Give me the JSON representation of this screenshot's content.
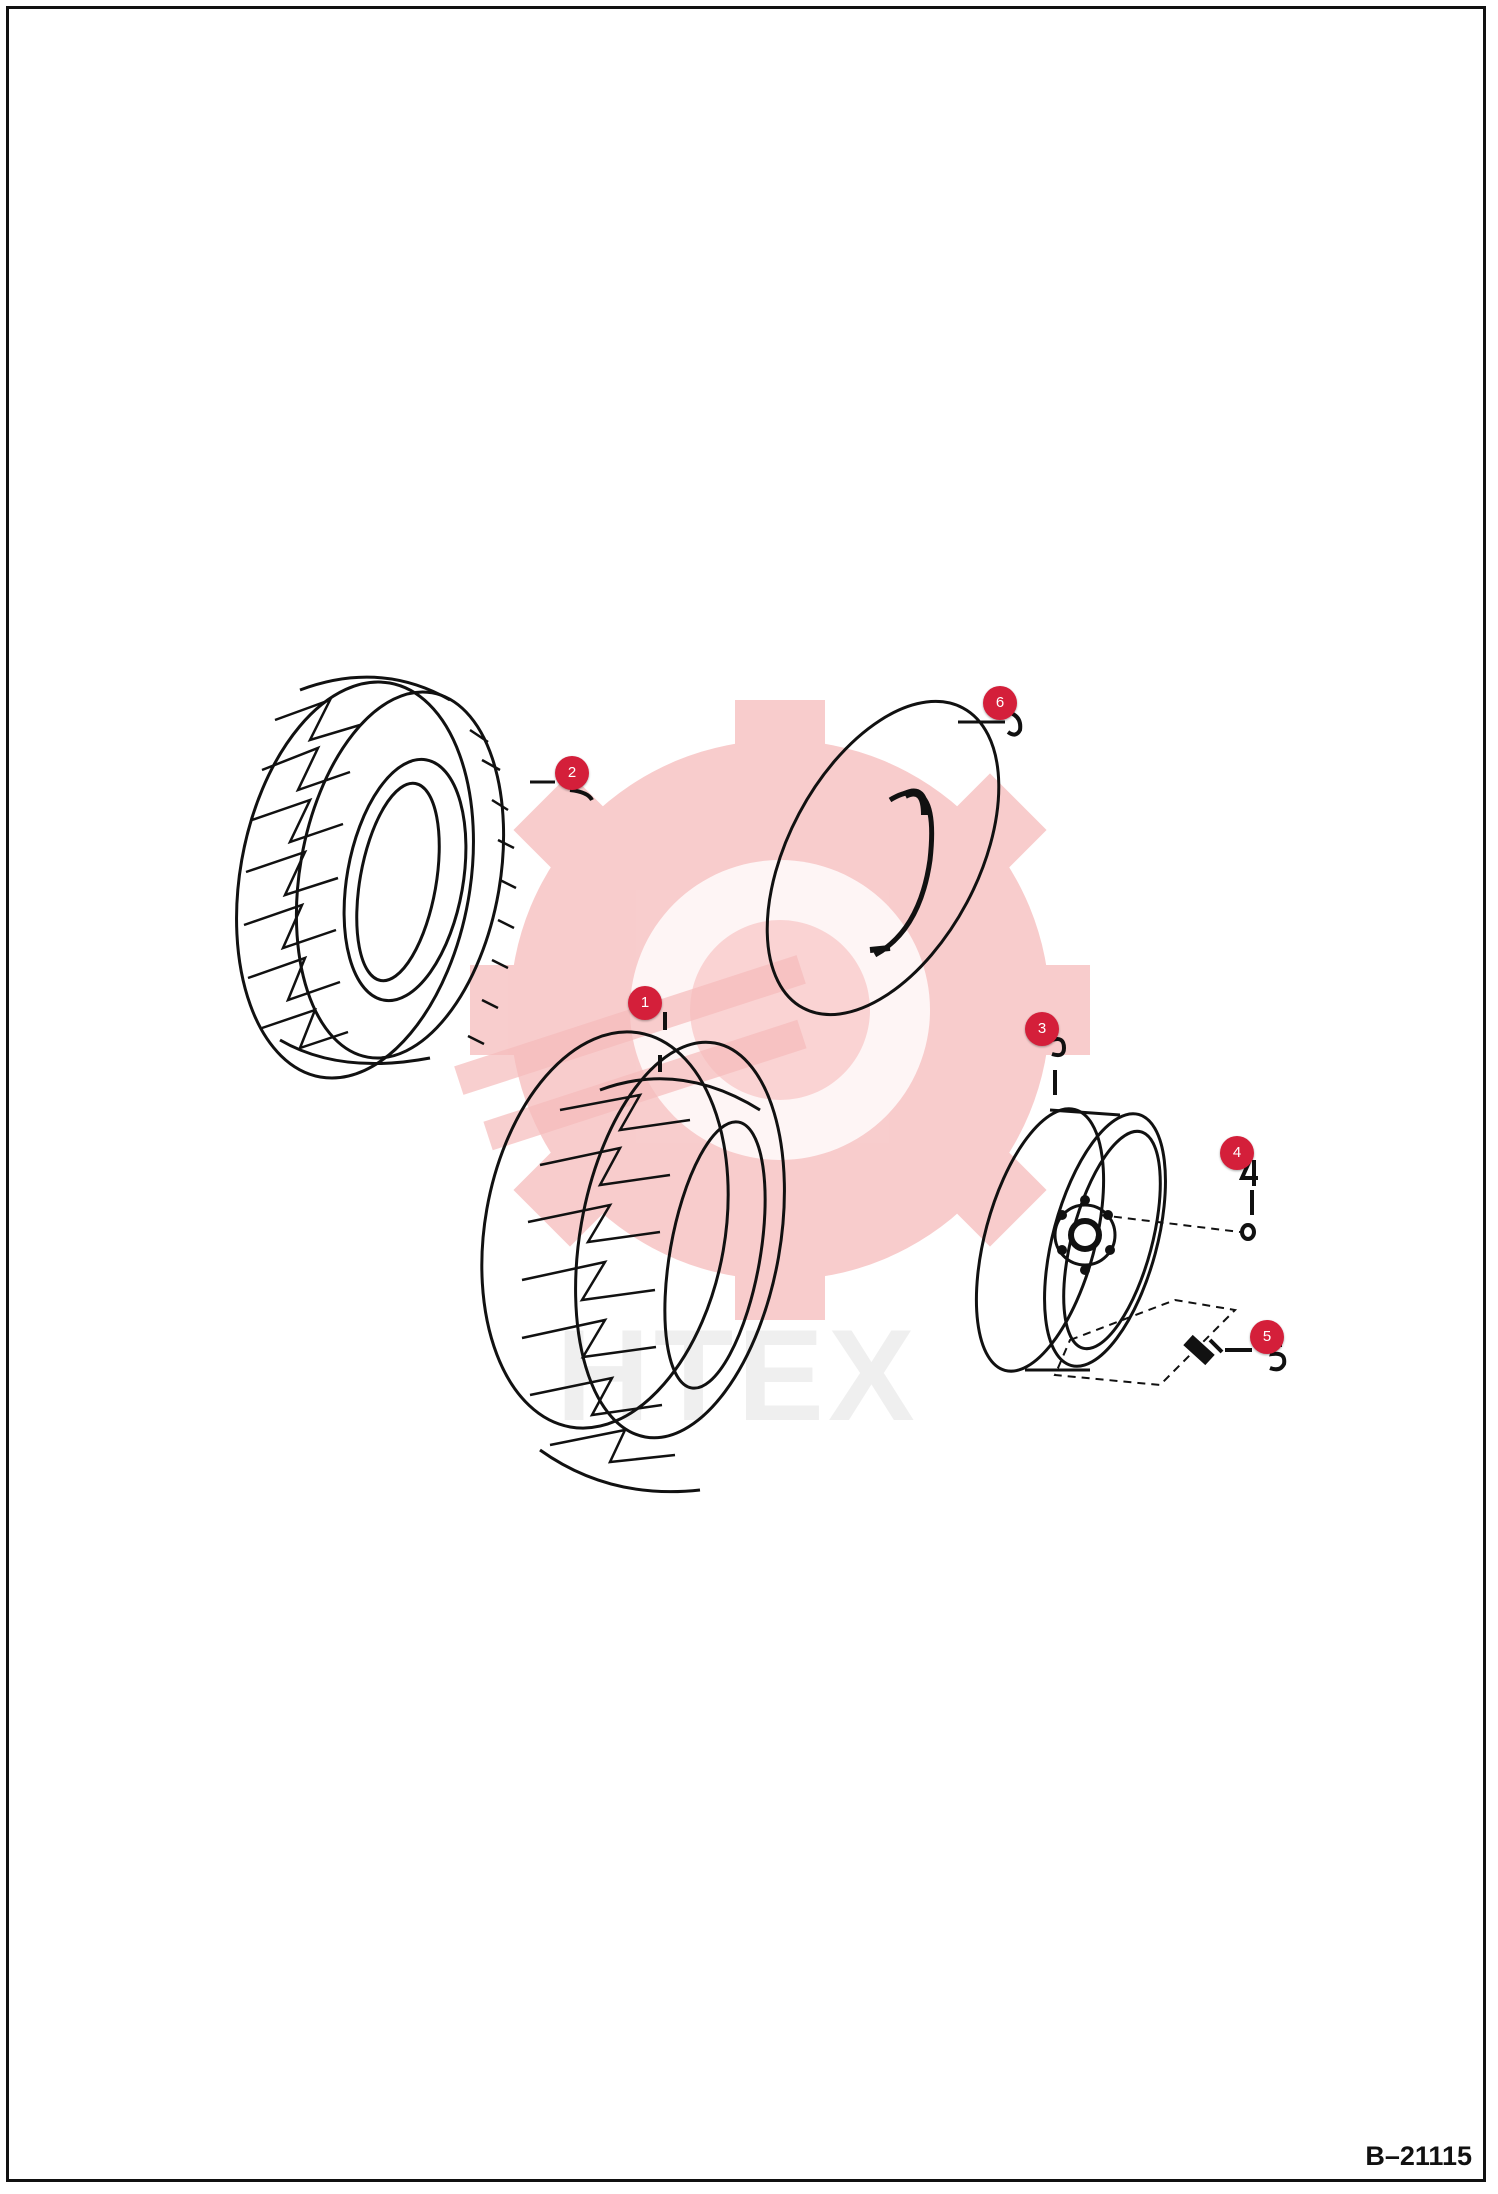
{
  "drawing_id": "B–21115",
  "watermark_text": "HTEX",
  "colors": {
    "callout": "#d41f3a",
    "ink": "#111111",
    "watermark": "#f3b7b7"
  },
  "callouts": [
    {
      "number": "1",
      "part_label": "1"
    },
    {
      "number": "2",
      "part_label": "2"
    },
    {
      "number": "3",
      "part_label": "3"
    },
    {
      "number": "4",
      "part_label": "4"
    },
    {
      "number": "5",
      "part_label": "5"
    },
    {
      "number": "6",
      "part_label": "6"
    }
  ]
}
